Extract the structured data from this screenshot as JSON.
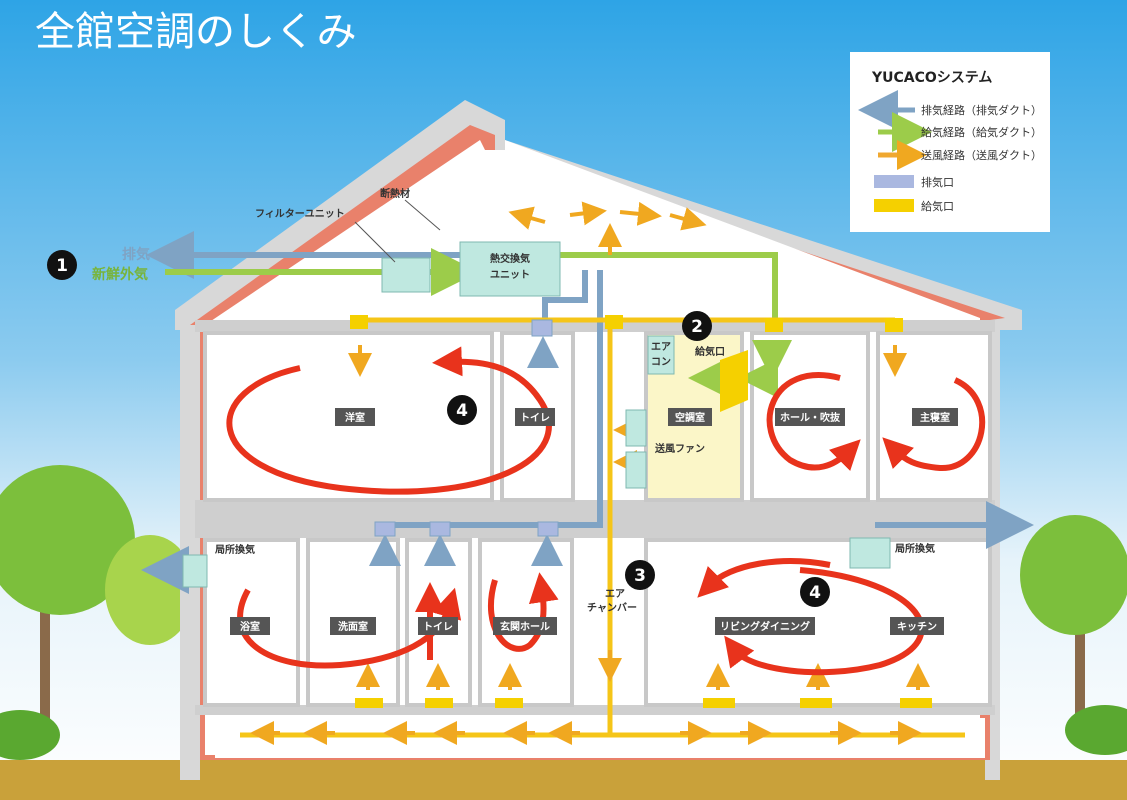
{
  "title": "全館空調のしくみ",
  "legend": {
    "heading": "YUCACOシステム",
    "items": [
      {
        "label": "排気経路（排気ダクト）",
        "color": "#7fa3c4"
      },
      {
        "label": "給気経路（給気ダクト）",
        "color": "#9ccc4a"
      },
      {
        "label": "送風経路（送風ダクト）",
        "color": "#f0a830"
      },
      {
        "label": "排気口",
        "color": "#aab8e0"
      },
      {
        "label": "給気口",
        "color": "#f5d000"
      }
    ]
  },
  "labels": {
    "exhaust": "排気",
    "fresh_air": "新鮮外気",
    "filter_unit": "フィルターユニット",
    "insulation": "断熱材",
    "hrv_unit_1": "熱交換気",
    "hrv_unit_2": "ユニット",
    "aircon_1": "エア",
    "aircon_2": "コン",
    "supply_vent": "給気口",
    "fan": "送風ファン",
    "air_chamber_1": "エア",
    "air_chamber_2": "チャンバー",
    "local_vent_left": "局所換気",
    "local_vent_right": "局所換気"
  },
  "rooms": {
    "western": "洋室",
    "toilet_up": "トイレ",
    "ac_room": "空調室",
    "hall": "ホール・吹抜",
    "master": "主寝室",
    "bath": "浴室",
    "washroom": "洗面室",
    "toilet_down": "トイレ",
    "entrance": "玄関ホール",
    "living": "リビングダイニング",
    "kitchen": "キッチン"
  },
  "markers": [
    "1",
    "2",
    "3",
    "4",
    "4"
  ]
}
